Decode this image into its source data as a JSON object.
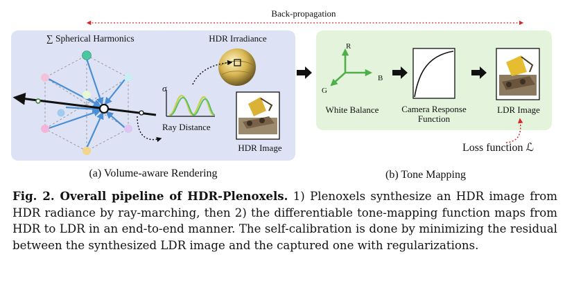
{
  "figure": {
    "backprop_label": "Back-propagation",
    "sh_label": "∑ Spherical Harmonics",
    "hdr_irradiance_label": "HDR Irradiance",
    "sigma_label": "σ",
    "ray_distance_label": "Ray Distance",
    "hdr_image_label": "HDR Image",
    "panel_a_caption": "(a) Volume-aware Rendering",
    "axis_r": "R",
    "axis_b": "B",
    "axis_g": "G",
    "white_balance_label": "White Balance",
    "crf_label_line1": "Camera Response",
    "crf_label_line2": "Function",
    "ldr_image_label": "LDR Image",
    "loss_label": "Loss function ℒ",
    "panel_b_caption": "(b) Tone Mapping"
  },
  "caption": {
    "label": "Fig. 2. Overall pipeline of HDR-Plenoxels.",
    "text": " 1) Plenoxels synthesize an HDR image from HDR radiance by ray-marching, then 2) the differentiable tone-mapping function maps from HDR to LDR in an end-to-end manner. The self-calibration is done by minimizing the residual between the synthesized LDR image and the captured one with regularizations."
  },
  "colors": {
    "panel_a_bg": "#dde3f5",
    "panel_b_bg": "#e3f3dc",
    "arrow_red": "#d9262b",
    "ray_blue": "#4a8fd6",
    "axis_green": "#4fb04a"
  }
}
